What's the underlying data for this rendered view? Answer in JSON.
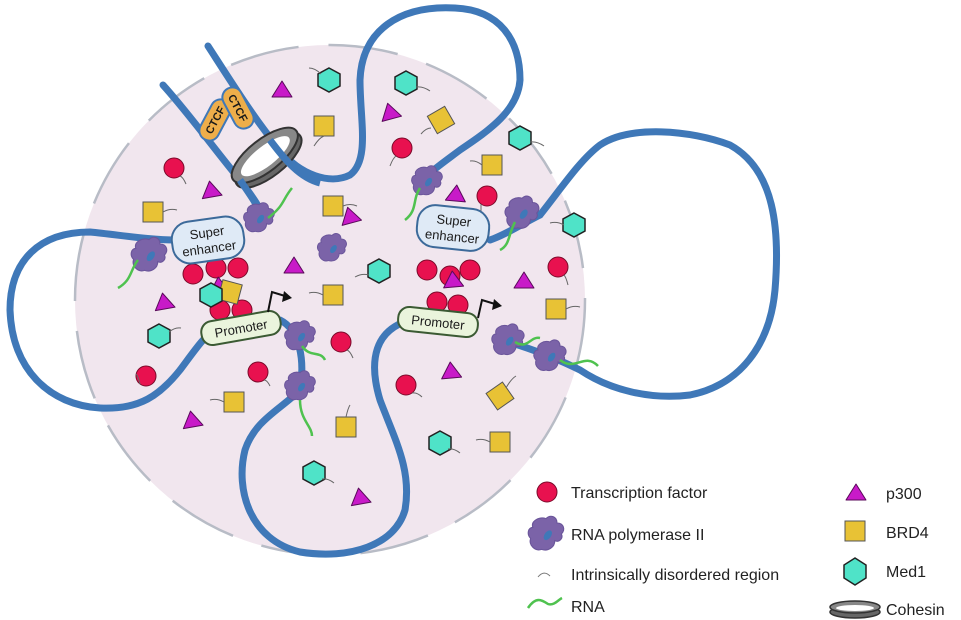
{
  "title": "Transcriptional condensate at super-enhancer",
  "colors": {
    "nucleus_fill": "#f1e6ee",
    "nucleus_border": "#b8bcc6",
    "dna": "#3f78b8",
    "transcription_factor": "#e8114f",
    "rna_pol": "#7b63a8",
    "idr": "#555555",
    "rna": "#4fc24f",
    "p300": "#c81ac8",
    "brd4": "#e8c235",
    "med1": "#4fe3c8",
    "cohesin": "#777777",
    "ctcf": "#eeae4a",
    "super_enhancer_fill": "#dfeaf6",
    "super_enhancer_border": "#3c6a9a",
    "promoter_fill": "#eaf4dc",
    "promoter_border": "#3b5a33"
  },
  "labels": {
    "ctcf_1": "CTCF",
    "ctcf_2": "CTCF",
    "super_enhancer_left_line1": "Super",
    "super_enhancer_left_line2": "enhancer",
    "super_enhancer_right_line1": "Super",
    "super_enhancer_right_line2": "enhancer",
    "promoter_left": "Promoter",
    "promoter_right": "Promoter"
  },
  "legend": {
    "left": [
      {
        "icon": "transcription-factor-icon",
        "label": "Transcription factor"
      },
      {
        "icon": "rna-polymerase-icon",
        "label": "RNA polymerase II"
      },
      {
        "icon": "idr-icon",
        "label": "Intrinsically disordered region"
      },
      {
        "icon": "rna-icon",
        "label": "RNA"
      }
    ],
    "right": [
      {
        "icon": "p300-icon",
        "label": "p300"
      },
      {
        "icon": "brd4-icon",
        "label": "BRD4"
      },
      {
        "icon": "med1-icon",
        "label": "Med1"
      },
      {
        "icon": "cohesin-icon",
        "label": "Cohesin"
      }
    ]
  }
}
